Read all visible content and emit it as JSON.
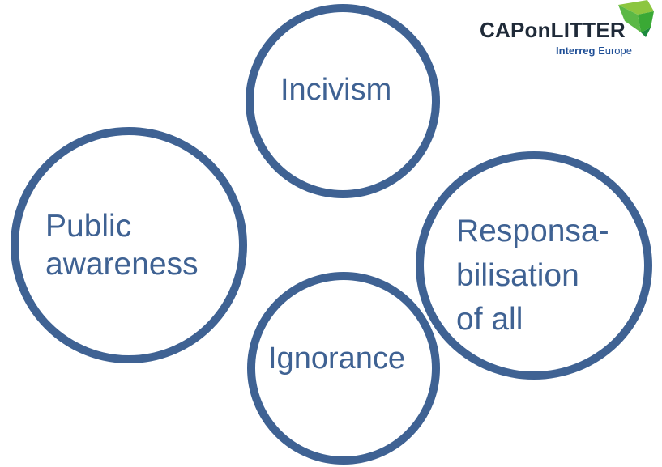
{
  "logo": {
    "title": "CAPonLITTER",
    "subtitle_bold": "Interreg",
    "subtitle_light": "Europe",
    "mark_colors": [
      "#8cc63f",
      "#3aa935",
      "#1d8a3e"
    ]
  },
  "circles": {
    "incivism": {
      "lines": [
        "Incivism"
      ]
    },
    "public_awareness": {
      "lines": [
        "Public",
        "awareness"
      ]
    },
    "responsabilisation": {
      "lines": [
        "Responsa-",
        "bilisation",
        "of all"
      ]
    },
    "ignorance": {
      "lines": [
        "Ignorance"
      ]
    }
  },
  "colors": {
    "circle_stroke": "#3f6293",
    "text": "#3f6293"
  }
}
